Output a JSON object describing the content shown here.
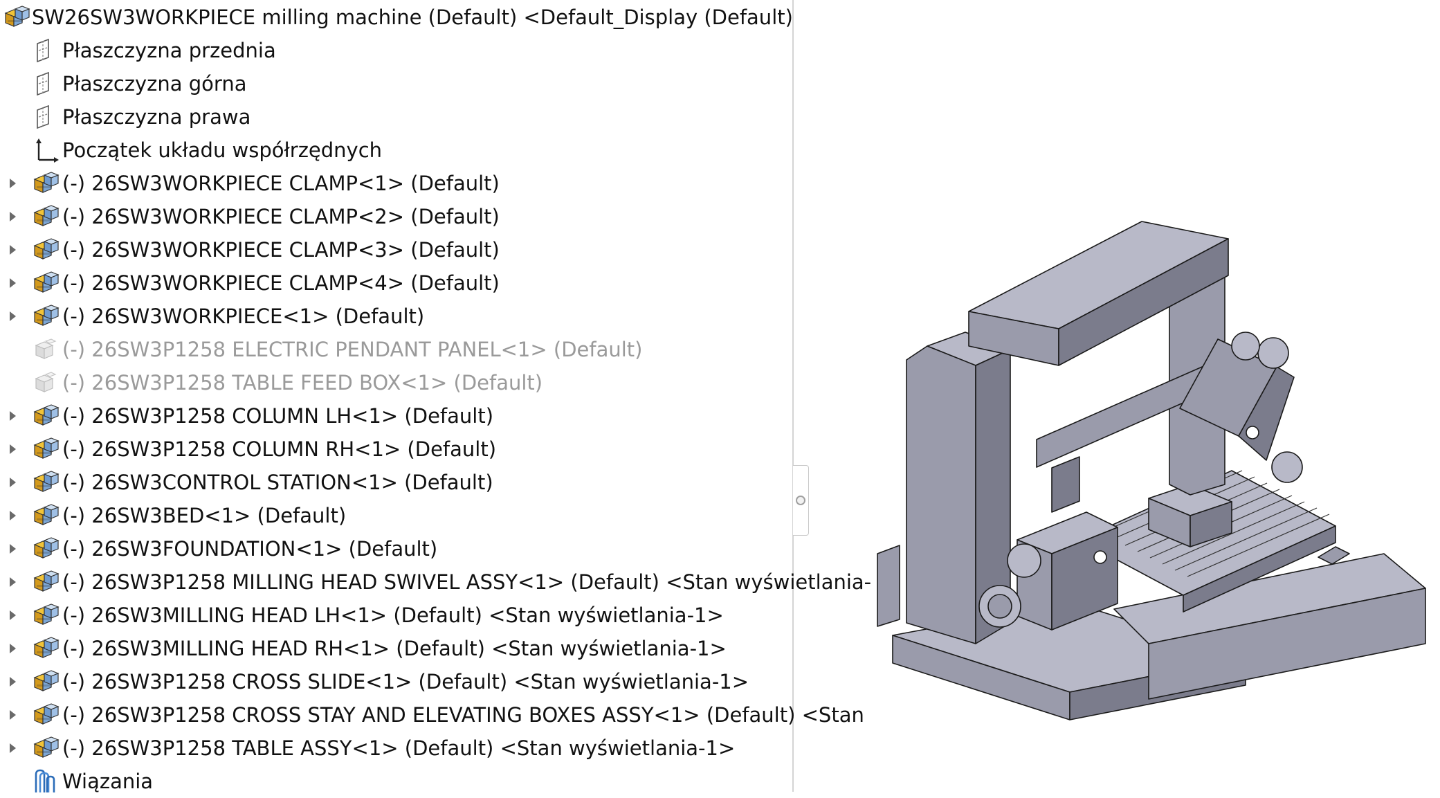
{
  "tree": {
    "root": {
      "label": "SW26SW3WORKPIECE  milling machine (Default) <Default_Display (Default)",
      "icon": "assembly-icon"
    },
    "planes": [
      {
        "label": "Płaszczyzna przednia",
        "icon": "plane-icon"
      },
      {
        "label": "Płaszczyzna górna",
        "icon": "plane-icon"
      },
      {
        "label": "Płaszczyzna prawa",
        "icon": "plane-icon"
      }
    ],
    "origin": {
      "label": "Początek układu współrzędnych",
      "icon": "origin-icon"
    },
    "components": [
      {
        "label": "(-) 26SW3WORKPIECE CLAMP<1> (Default)",
        "state": "normal"
      },
      {
        "label": "(-) 26SW3WORKPIECE CLAMP<2> (Default)",
        "state": "normal"
      },
      {
        "label": "(-) 26SW3WORKPIECE CLAMP<3> (Default)",
        "state": "normal"
      },
      {
        "label": "(-) 26SW3WORKPIECE CLAMP<4> (Default)",
        "state": "normal"
      },
      {
        "label": "(-) 26SW3WORKPIECE<1> (Default)",
        "state": "normal"
      },
      {
        "label": "(-) 26SW3P1258 ELECTRIC PENDANT PANEL<1> (Default)",
        "state": "suppressed"
      },
      {
        "label": "(-) 26SW3P1258 TABLE FEED BOX<1> (Default)",
        "state": "suppressed"
      },
      {
        "label": "(-) 26SW3P1258 COLUMN LH<1> (Default)",
        "state": "normal"
      },
      {
        "label": "(-) 26SW3P1258 COLUMN RH<1> (Default)",
        "state": "normal"
      },
      {
        "label": "(-) 26SW3CONTROL STATION<1> (Default)",
        "state": "normal"
      },
      {
        "label": "(-) 26SW3BED<1> (Default)",
        "state": "normal"
      },
      {
        "label": "(-) 26SW3FOUNDATION<1> (Default)",
        "state": "normal"
      },
      {
        "label": "(-) 26SW3P1258 MILLING HEAD SWIVEL ASSY<1> (Default) <Stan wyświetlania-",
        "state": "normal"
      },
      {
        "label": "(-) 26SW3MILLING HEAD LH<1> (Default) <Stan wyświetlania-1>",
        "state": "normal"
      },
      {
        "label": "(-) 26SW3MILLING HEAD RH<1> (Default) <Stan wyświetlania-1>",
        "state": "normal"
      },
      {
        "label": "(-) 26SW3P1258 CROSS SLIDE<1> (Default) <Stan wyświetlania-1>",
        "state": "normal"
      },
      {
        "label": "(-) 26SW3P1258 CROSS STAY AND ELEVATING BOXES ASSY<1> (Default) <Stan",
        "state": "normal"
      },
      {
        "label": "(-) 26SW3P1258 TABLE ASSY<1> (Default) <Stan wyświetlania-1>",
        "state": "normal"
      }
    ],
    "mates": {
      "label": "Wiązania",
      "icon": "mates-icon"
    }
  },
  "colors": {
    "suppressed_text": "#9a9a9a",
    "model_face_light": "#b8b9c8",
    "model_face_mid": "#9a9bab",
    "model_face_dark": "#7b7c8c",
    "model_edge": "#1a1a1a"
  },
  "viewport": {
    "content": "milling-machine-3d-model"
  }
}
